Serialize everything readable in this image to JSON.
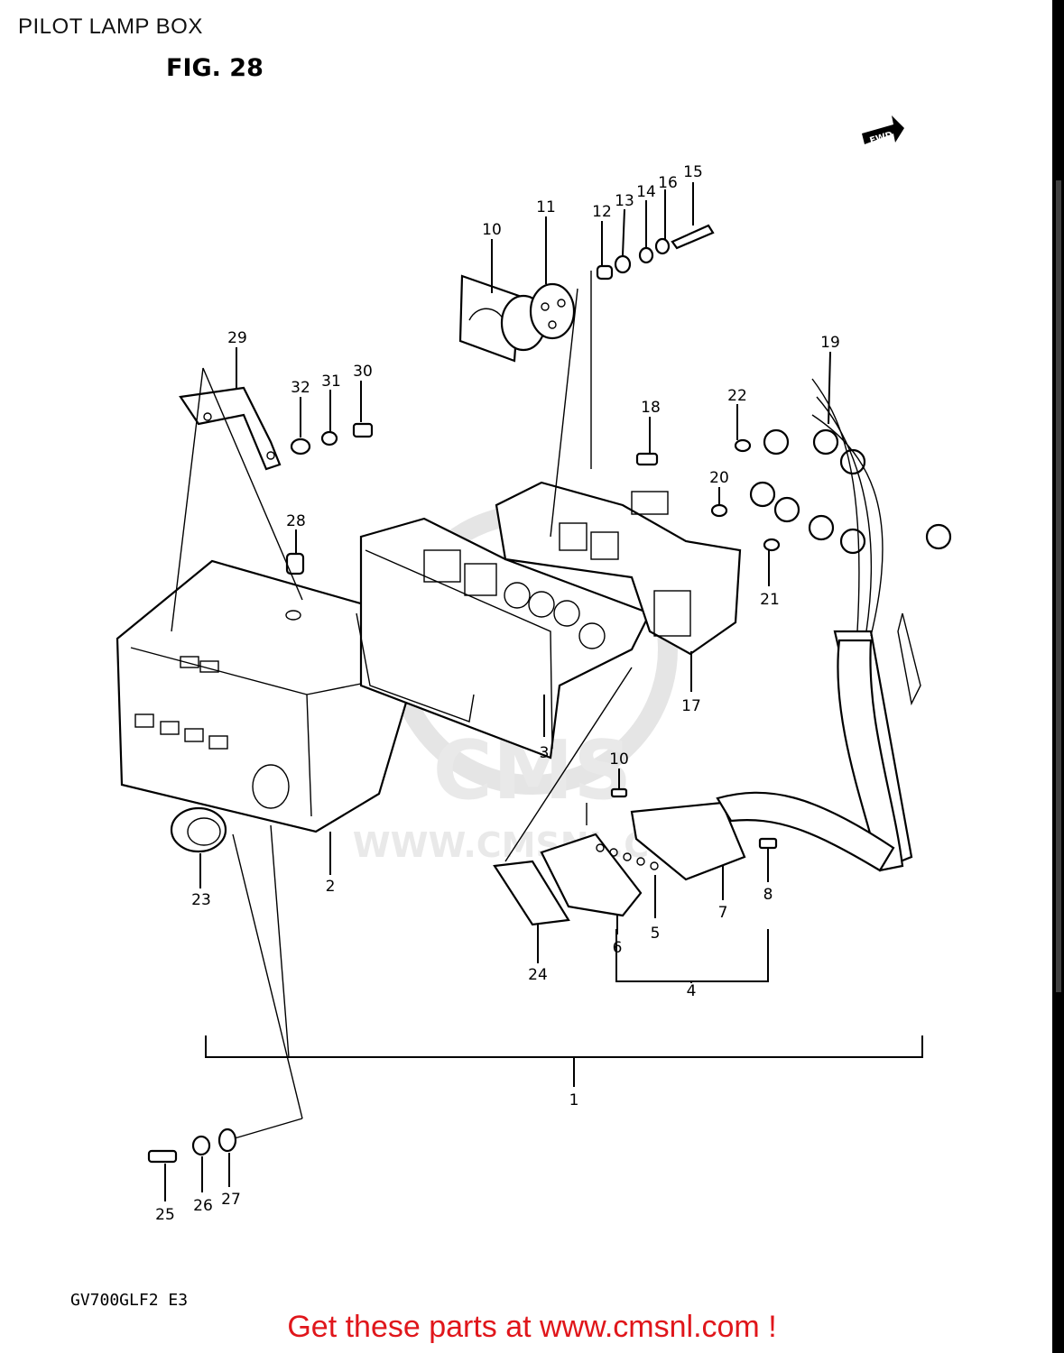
{
  "header": {
    "section_title": "PILOT LAMP BOX",
    "figure_label": "FIG. 28",
    "fwd_label": "FWD"
  },
  "diagram": {
    "part_numbers": [
      "10",
      "11",
      "12",
      "13",
      "14",
      "16",
      "15",
      "19",
      "29",
      "32",
      "31",
      "30",
      "18",
      "22",
      "20",
      "28",
      "21",
      "17",
      "3",
      "10",
      "8",
      "7",
      "5",
      "6",
      "24",
      "4",
      "23",
      "2",
      "1",
      "25",
      "26",
      "27"
    ]
  },
  "watermark": {
    "brand": "CMS",
    "url": "WWW.CMSNL.COM"
  },
  "footer": {
    "model_code": "GV700GLF2  E3",
    "promo_text": "Get these parts at www.cmsnl.com !"
  }
}
